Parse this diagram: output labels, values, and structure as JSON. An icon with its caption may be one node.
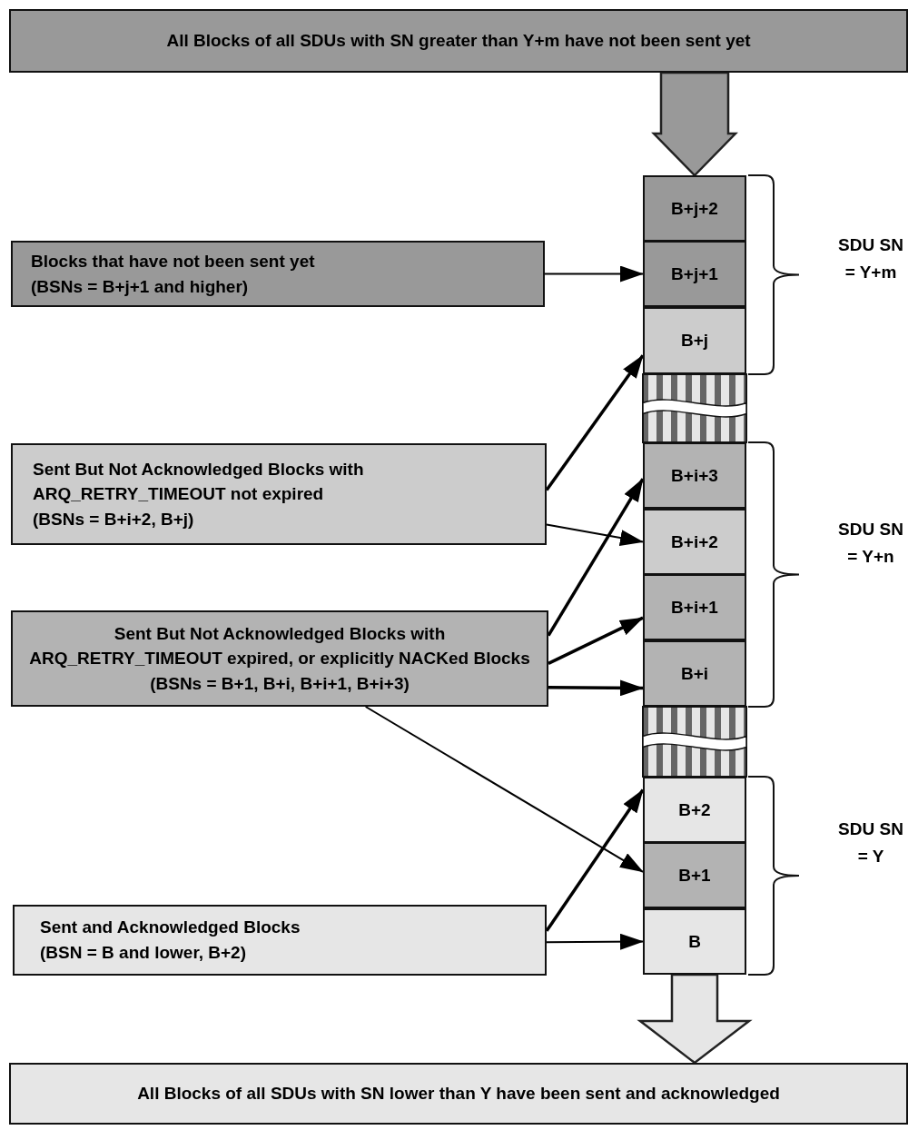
{
  "diagram": {
    "nodes": [
      {
        "text": [
          "All Blocks of all SDUs with SN greater than Y+m have not been sent yet"
        ]
      },
      {
        "text": [
          "All Blocks of all SDUs with SN lower than Y have been sent and acknowledged"
        ]
      },
      {
        "text": [
          "Blocks that have not been sent yet",
          "(BSNs = B+j+1 and higher)"
        ]
      },
      {
        "text": [
          "Sent But Not Acknowledged Blocks with ARQ_RETRY_TIMEOUT not expired",
          "(BSNs = B+i+2, B+j)"
        ]
      },
      {
        "text": [
          "Sent But Not Acknowledged Blocks with ARQ_RETRY_TIMEOUT expired, or explicitly NACKed Blocks (BSNs = B+1, B+i, B+i+1, B+i+3)"
        ]
      },
      {
        "text": [
          "Sent and Acknowledged Blocks",
          "(BSN = B and lower, B+2)"
        ]
      },
      {
        "text": [
          "B+j+2"
        ]
      },
      {
        "text": [
          "B+j+1"
        ]
      },
      {
        "text": [
          "B+j"
        ]
      },
      {
        "text": [
          "B+i+3"
        ]
      },
      {
        "text": [
          "B+i+2"
        ]
      },
      {
        "text": [
          "B+i+1"
        ]
      },
      {
        "text": [
          "B+i"
        ]
      },
      {
        "text": [
          "B+2"
        ]
      },
      {
        "text": [
          "B+1"
        ]
      },
      {
        "text": [
          "B"
        ]
      }
    ],
    "edges": [
      {
        "from": 0,
        "to": 6,
        "arrow": "to",
        "style": "thick"
      },
      {
        "from": 2,
        "to": 7,
        "arrow": "to"
      },
      {
        "from": 3,
        "to": 8,
        "arrow": "to"
      },
      {
        "from": 3,
        "to": 10,
        "arrow": "to"
      },
      {
        "from": 4,
        "to": 9,
        "arrow": "to"
      },
      {
        "from": 4,
        "to": 11,
        "arrow": "to"
      },
      {
        "from": 4,
        "to": 12,
        "arrow": "to"
      },
      {
        "from": 4,
        "to": 14,
        "arrow": "to"
      },
      {
        "from": 5,
        "to": 13,
        "arrow": "to"
      },
      {
        "from": 5,
        "to": 15,
        "arrow": "to"
      },
      {
        "from": 15,
        "to": 1,
        "arrow": "to",
        "style": "thick"
      }
    ],
    "labels": [
      "SDU SN = Y+m",
      "SDU SN = Y+n",
      "SDU SN = Y"
    ]
  }
}
